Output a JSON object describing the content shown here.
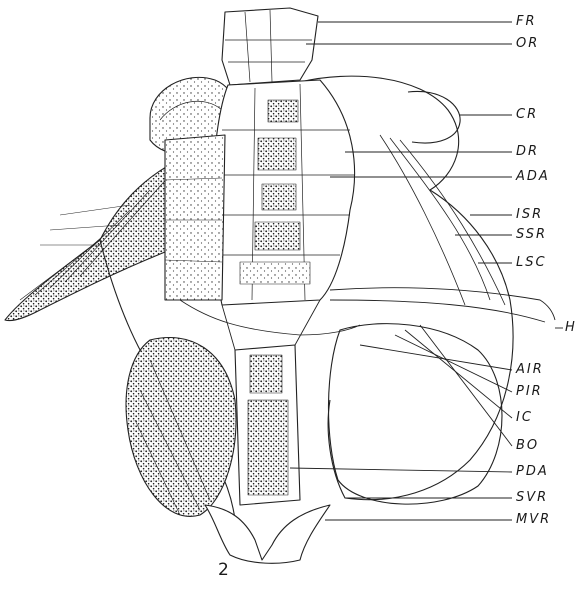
{
  "figure": {
    "number": "2",
    "labels": {
      "fr": "FR",
      "or": "OR",
      "cr": "CR",
      "dr": "DR",
      "ada": "ADA",
      "isr": "ISR",
      "ssr": "SSR",
      "lsc": "LSC",
      "h": "H",
      "air": "AIR",
      "pir": "PIR",
      "ic": "IC",
      "bo": "BO",
      "pda": "PDA",
      "svr": "SVR",
      "mvr": "MVR"
    }
  }
}
